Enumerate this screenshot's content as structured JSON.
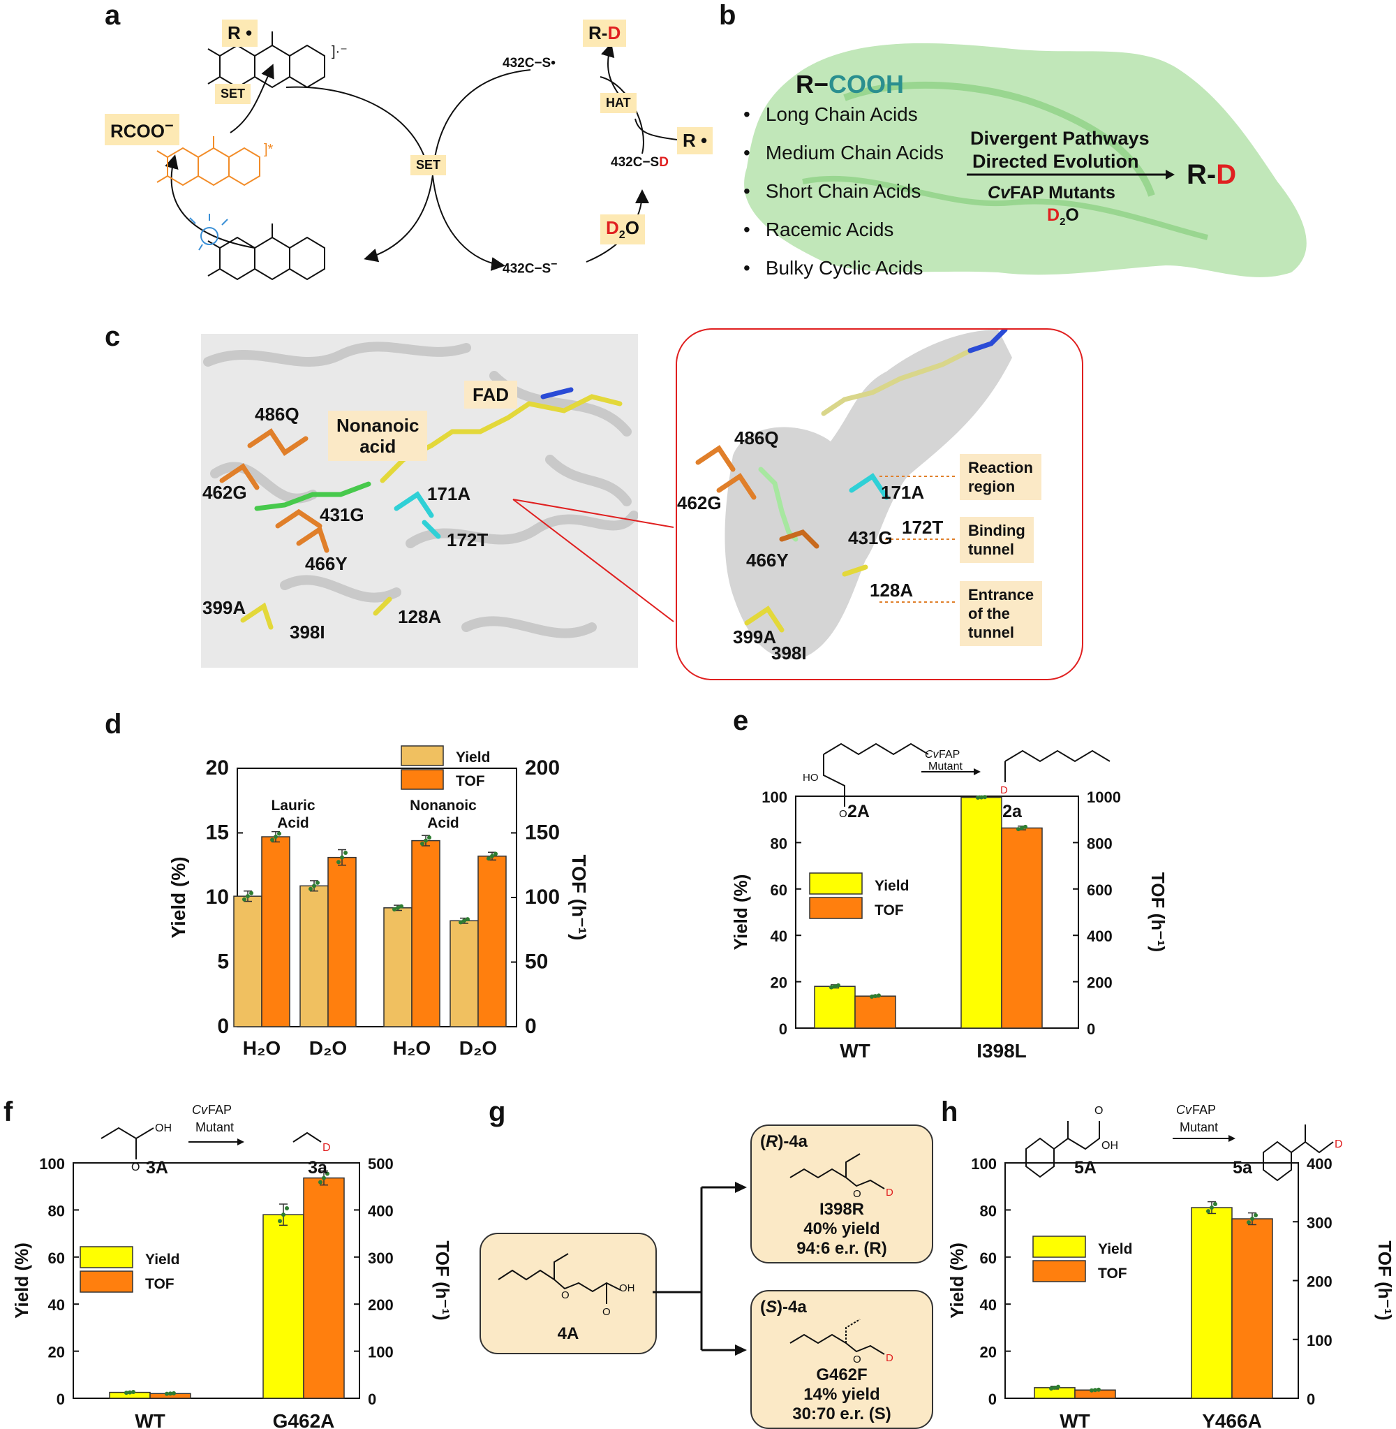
{
  "panels": {
    "a": "a",
    "b": "b",
    "c": "c",
    "d": "d",
    "e": "e",
    "f": "f",
    "g": "g",
    "h": "h"
  },
  "panel_a": {
    "radical": "R •",
    "set1": "SET",
    "set2": "SET",
    "hat": "HAT",
    "rcoo": "RCOO",
    "rcoo_sup": "−",
    "rd_r": "R-",
    "rd_d": "D",
    "cys_radical": "432C−S•",
    "cys_sd_pre": "432C−S",
    "cys_sd_d": "D",
    "cys_thiolate": "432C−S",
    "cys_thiolate_sup": "−",
    "r_radical_right": "R •",
    "d2o_d": "D",
    "d2o_sub": "2",
    "d2o_o": "O",
    "flavin_charge": "]·⁻",
    "flavin_excited": "]*"
  },
  "panel_b": {
    "title_r": "R−",
    "title_cooh": "COOH",
    "bullets": [
      "Long Chain Acids",
      "Medium Chain Acids",
      "Short Chain Acids",
      "Racemic Acids",
      "Bulky Cyclic Acids"
    ],
    "arrow_top1": "Divergent Pathways",
    "arrow_top2": "Directed Evolution",
    "arrow_bottom1_italic": "Cv",
    "arrow_bottom1": "FAP Mutants",
    "arrow_bottom2_d": "D",
    "arrow_bottom2_sub": "2",
    "arrow_bottom2_o": "O",
    "product_r": "R-",
    "product_d": "D"
  },
  "panel_c": {
    "fad": "FAD",
    "nonanoic": [
      "Nonanoic",
      "acid"
    ],
    "residues_left": [
      "486Q",
      "462G",
      "431G",
      "171A",
      "172T",
      "466Y",
      "399A",
      "398I",
      "128A"
    ],
    "residues_right": [
      "486Q",
      "462G",
      "171A",
      "431G",
      "172T",
      "466Y",
      "128A",
      "399A",
      "398I"
    ],
    "annotations": [
      [
        "Reaction",
        "region"
      ],
      [
        "Binding",
        "tunnel"
      ],
      [
        "Entrance",
        "of the",
        "tunnel"
      ]
    ],
    "colors": {
      "orange": "#e07f2a",
      "cyan": "#2fd0d6",
      "yellow": "#e3d83a",
      "green": "#47c94c"
    }
  },
  "chart_data": [
    {
      "id": "d",
      "type": "bar",
      "categories": [
        "H₂O",
        "D₂O",
        "H₂O",
        "D₂O"
      ],
      "group_labels": [
        [
          "Lauric",
          "Acid"
        ],
        [
          "Nonanoic",
          "Acid"
        ]
      ],
      "series": [
        {
          "name": "Yield",
          "axis": "left",
          "values": [
            10.1,
            10.9,
            9.2,
            8.2
          ],
          "errors": [
            0.4,
            0.4,
            0.2,
            0.2
          ],
          "color": "#f0c060"
        },
        {
          "name": "TOF",
          "axis": "right",
          "values": [
            147,
            131,
            144,
            132
          ],
          "errors": [
            4,
            6,
            4,
            3
          ],
          "color": "#ff7f0e"
        }
      ],
      "ylabel": "Yield (%)",
      "y2label": "TOF (h⁻¹)",
      "ylim": [
        0,
        20
      ],
      "y2lim": [
        0,
        200
      ],
      "yticks": [
        0,
        5,
        10,
        15,
        20
      ],
      "y2ticks": [
        0,
        50,
        100,
        150,
        200
      ]
    },
    {
      "id": "e",
      "type": "bar",
      "categories": [
        "WT",
        "I398L"
      ],
      "series": [
        {
          "name": "Yield",
          "axis": "left",
          "values": [
            18,
            99.5
          ],
          "errors": [
            0.7,
            0.2
          ],
          "color": "#ffff00"
        },
        {
          "name": "TOF",
          "axis": "right",
          "values": [
            138,
            863
          ],
          "errors": [
            4,
            8
          ],
          "color": "#ff7f0e"
        }
      ],
      "substrate": "2A",
      "product": "2a",
      "ylabel": "Yield (%)",
      "y2label": "TOF (h⁻¹)",
      "ylim": [
        0,
        100
      ],
      "y2lim": [
        0,
        1000
      ],
      "yticks": [
        0,
        20,
        40,
        60,
        80,
        100
      ],
      "y2ticks": [
        0,
        200,
        400,
        600,
        800,
        1000
      ]
    },
    {
      "id": "f",
      "type": "bar",
      "categories": [
        "WT",
        "G462A"
      ],
      "series": [
        {
          "name": "Yield",
          "axis": "left",
          "values": [
            2.5,
            78
          ],
          "errors": [
            0.3,
            4.5
          ],
          "color": "#ffff00"
        },
        {
          "name": "TOF",
          "axis": "right",
          "values": [
            10,
            468
          ],
          "errors": [
            1,
            15
          ],
          "color": "#ff7f0e"
        }
      ],
      "substrate": "3A",
      "product": "3a",
      "ylabel": "Yield (%)",
      "y2label": "TOF (h⁻¹)",
      "ylim": [
        0,
        100
      ],
      "y2lim": [
        0,
        500
      ],
      "yticks": [
        0,
        20,
        40,
        60,
        80,
        100
      ],
      "y2ticks": [
        0,
        100,
        200,
        300,
        400,
        500
      ]
    },
    {
      "id": "h",
      "type": "bar",
      "categories": [
        "WT",
        "Y466A"
      ],
      "series": [
        {
          "name": "Yield",
          "axis": "left",
          "values": [
            4.5,
            81
          ],
          "errors": [
            0.6,
            2.5
          ],
          "color": "#ffff00"
        },
        {
          "name": "TOF",
          "axis": "right",
          "values": [
            14,
            305
          ],
          "errors": [
            1,
            10
          ],
          "color": "#ff7f0e"
        }
      ],
      "substrate": "5A",
      "product": "5a",
      "ylabel": "Yield (%)",
      "y2label": "TOF (h⁻¹)",
      "ylim": [
        0,
        100
      ],
      "y2lim": [
        0,
        400
      ],
      "yticks": [
        0,
        20,
        40,
        60,
        80,
        100
      ],
      "y2ticks": [
        0,
        100,
        200,
        300,
        400
      ]
    }
  ],
  "scheme_e": {
    "italic": "Cv",
    "rest": "FAP",
    "line2": "Mutant",
    "ho": "HO",
    "o": "O",
    "d": "D"
  },
  "scheme_f": {
    "italic": "Cv",
    "rest": "FAP",
    "line2": "Mutant",
    "oh": "OH",
    "o": "O",
    "d": "D"
  },
  "scheme_h": {
    "italic": "Cv",
    "rest": "FAP",
    "line2": "Mutant",
    "oh": "OH",
    "o": "O",
    "d": "D"
  },
  "panel_g": {
    "substrate": "4A",
    "o": "O",
    "oh": "OH",
    "o2": "O",
    "d": "D",
    "r_title_pre": "(",
    "r_title_it": "R",
    "r_title_post": ")-4a",
    "r_lines": [
      "I398R",
      "40% yield",
      "94:6 e.r. (R)"
    ],
    "s_title_pre": "(",
    "s_title_it": "S",
    "s_title_post": ")-4a",
    "s_lines": [
      "G462F",
      "14% yield",
      "30:70 e.r. (S)"
    ]
  }
}
